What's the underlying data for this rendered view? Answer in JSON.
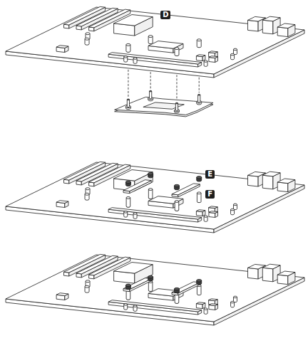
{
  "diagram": {
    "labels": [
      "D",
      "E",
      "F"
    ]
  }
}
